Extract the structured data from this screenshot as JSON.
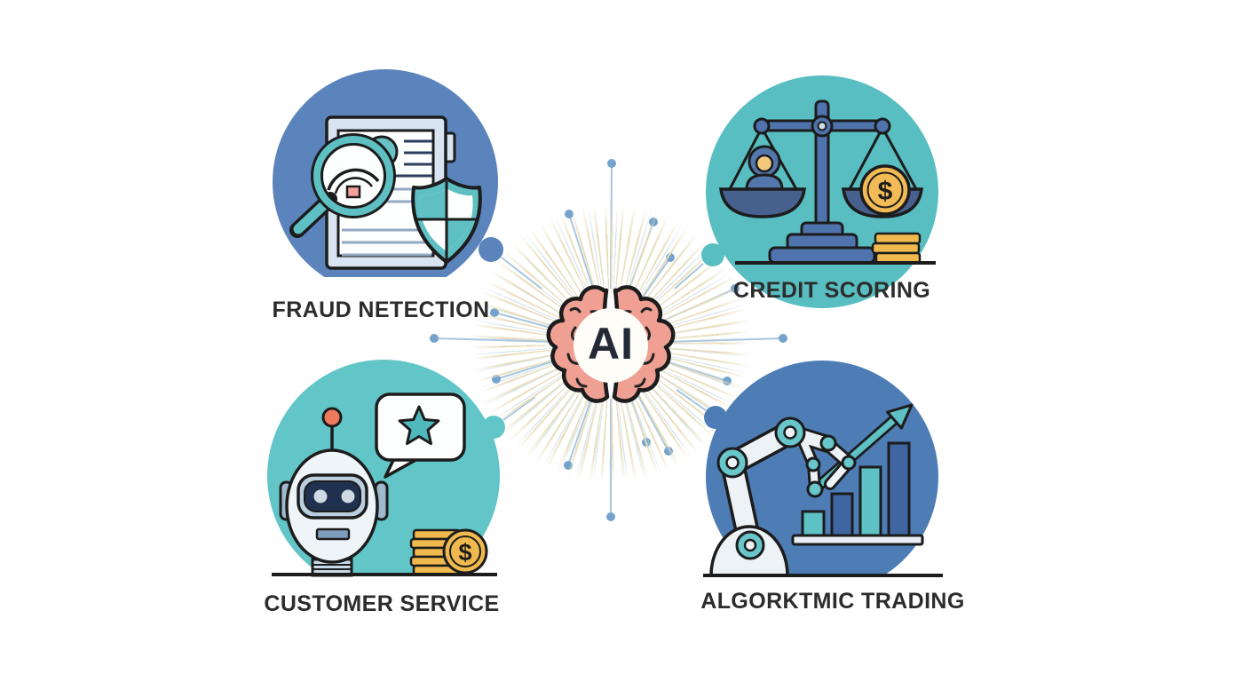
{
  "center": {
    "label": "AI"
  },
  "currency": "$",
  "nodes": [
    {
      "id": "fraud-detection",
      "label": "FRAUD NETECTION"
    },
    {
      "id": "credit-scoring",
      "label": "CREDIT SCORING"
    },
    {
      "id": "customer-service",
      "label": "CUSTOMER SERVICE"
    },
    {
      "id": "algorithmic-trading",
      "label": "ALGORKTMIC TRADING"
    }
  ],
  "palette": {
    "bubble_blue": "#5b83bc",
    "bubble_teal": "#58bec1",
    "bubble_teal_light": "#62c5c7",
    "bubble_blue_deep": "#4e7db6",
    "gold": "#f0b94e",
    "salmon": "#efa093",
    "scale_blue": "#4f74ad",
    "ink": "#1c1c1c",
    "connector_line": "#a9c6de",
    "connector_dot": "#74a3cd",
    "ray_cream": "#e8ddba"
  }
}
